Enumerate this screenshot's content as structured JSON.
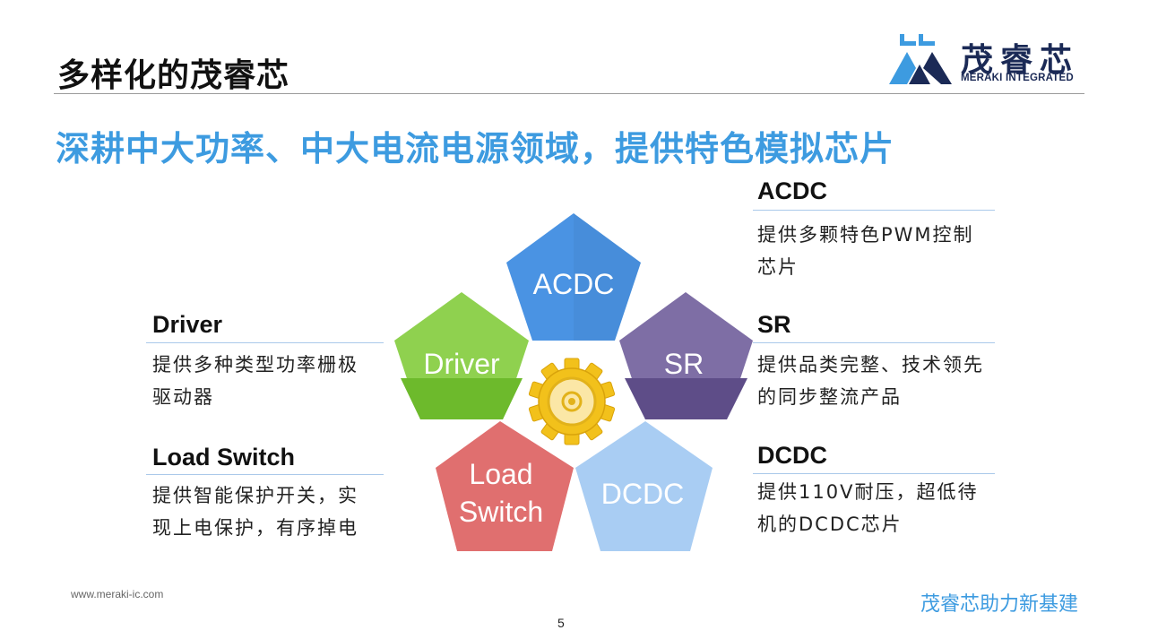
{
  "header": {
    "title": "多样化的茂睿芯",
    "logo_cn": "茂睿芯",
    "logo_en": "MERAKI INTEGRATED"
  },
  "headline": "深耕中大功率、中大电流电源领域，提供特色模拟芯片",
  "diagram": {
    "segments": [
      {
        "label": "ACDC",
        "color": "#4a93e3"
      },
      {
        "label": "SR",
        "color": "#7e6ea5"
      },
      {
        "label": "DCDC",
        "color": "#a9cdf3"
      },
      {
        "label": "Load\nSwitch",
        "color": "#e06f6f"
      },
      {
        "label": "Driver",
        "color": "#8fd14f"
      }
    ],
    "center": "gear-icon",
    "center_color": "#f2c11b"
  },
  "items": {
    "acdc": {
      "title": "ACDC",
      "desc_line1": "提供多颗特色PWM控制",
      "desc_line2": "芯片"
    },
    "sr": {
      "title": "SR",
      "desc_line1": "提供品类完整、技术领先",
      "desc_line2": "的同步整流产品"
    },
    "dcdc": {
      "title": "DCDC",
      "desc_line1": "提供110V耐压，超低待",
      "desc_line2": "机的DCDC芯片"
    },
    "driver": {
      "title": "Driver",
      "desc_line1": "提供多种类型功率栅极",
      "desc_line2": "驱动器"
    },
    "load_switch": {
      "title": "Load Switch",
      "desc_line1": "提供智能保护开关，实",
      "desc_line2": "现上电保护，有序掉电"
    }
  },
  "footer": {
    "url": "www.meraki-ic.com",
    "slogan": "茂睿芯助力新基建",
    "page_number": "5"
  }
}
